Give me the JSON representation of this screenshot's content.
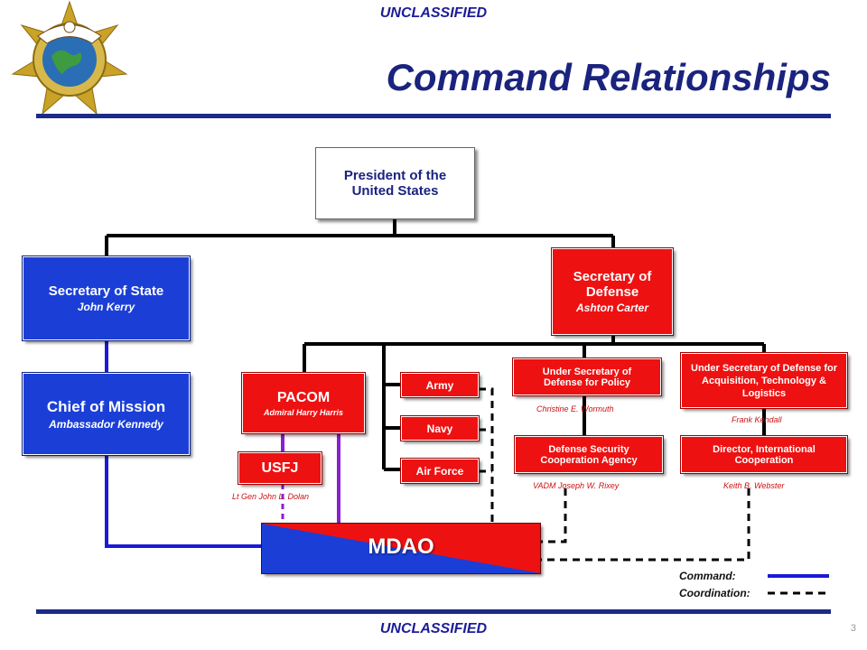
{
  "header": {
    "classification_top": "UNCLASSIFIED",
    "title": "Command Relationships",
    "seal_icon": "us-pacific-command-seal-icon"
  },
  "footer": {
    "classification_bottom": "UNCLASSIFIED",
    "page_number": "3"
  },
  "org": {
    "president": "President of the United States",
    "secstate": {
      "title": "Secretary of State",
      "name": "John Kerry"
    },
    "chief_mission": {
      "title": "Chief of Mission",
      "name": "Ambassador Kennedy"
    },
    "secdef": {
      "title": "Secretary of Defense",
      "name": "Ashton Carter"
    },
    "pacom": {
      "title": "PACOM",
      "name": "Admiral Harry Harris"
    },
    "usfj": {
      "title": "USFJ",
      "name": "Lt Gen John L. Dolan"
    },
    "army": "Army",
    "navy": "Navy",
    "air_force": "Air Force",
    "usd_policy": {
      "title": "Under Secretary of Defense for Policy",
      "name": "Christine E. Wormuth"
    },
    "dsca": {
      "title": "Defense Security Cooperation Agency",
      "name": "VADM Joseph W. Rixey"
    },
    "usd_atl": {
      "title": "Under Secretary of Defense for Acquisition, Technology & Logistics",
      "name": "Frank Kendall"
    },
    "dir_intl": {
      "title": "Director, International Cooperation",
      "name": "Keith B. Webster"
    },
    "mdao": "MDAO"
  },
  "legend": {
    "command_label": "Command:",
    "coordination_label": "Coordination:"
  },
  "colors": {
    "red": "#ee1111",
    "blue": "#1b3fd6",
    "navy_text": "#1a237e",
    "purple": "#8a1fcf"
  }
}
